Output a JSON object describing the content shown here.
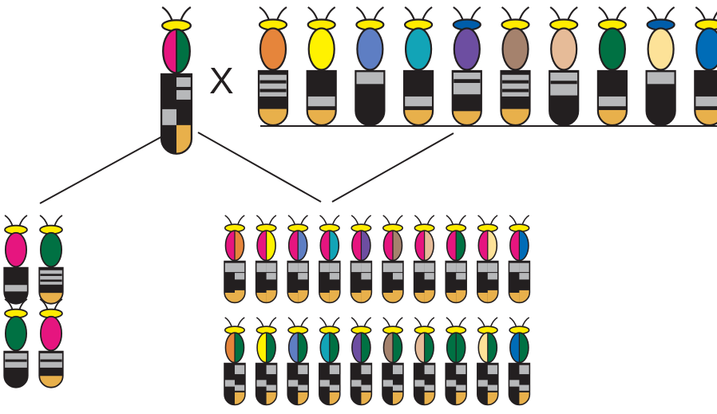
{
  "diagram": {
    "cross_symbol": "X",
    "colors": {
      "outline": "#231f20",
      "antenna": "#231f20",
      "head_yellow": "#ffeb00",
      "head_blue": "#005daa",
      "abdomen_black": "#231f20",
      "band_gray": "#b7b8ba",
      "tip_orange": "#e8b04b",
      "line": "#231f20"
    },
    "mosaic_parent": {
      "head_left": "#e6157f",
      "head_right": "#007143"
    },
    "pure_parents": [
      {
        "body": "#e6853b",
        "head": "yellow",
        "pattern": "A"
      },
      {
        "body": "#fff200",
        "head": "yellow",
        "pattern": "B"
      },
      {
        "body": "#5e7ec3",
        "head": "yellow",
        "pattern": "C"
      },
      {
        "body": "#12a4b7",
        "head": "yellow",
        "pattern": "B"
      },
      {
        "body": "#6d4ea1",
        "head": "blue",
        "pattern": "D"
      },
      {
        "body": "#a5826d",
        "head": "yellow",
        "pattern": "A"
      },
      {
        "body": "#e6bb98",
        "head": "yellow",
        "pattern": "E"
      },
      {
        "body": "#007143",
        "head": "yellow",
        "pattern": "B"
      },
      {
        "body": "#fde298",
        "head": "blue",
        "pattern": "C"
      },
      {
        "body": "#006cb7",
        "head": "yellow",
        "pattern": "B"
      }
    ],
    "left_offspring": [
      {
        "body": "#e6157f",
        "pattern": "F"
      },
      {
        "body": "#007143",
        "pattern": "A"
      },
      {
        "body": "#007143",
        "pattern": "G"
      },
      {
        "body": "#e6157f",
        "pattern": "H"
      }
    ],
    "right_offspring_row1": [
      {
        "left": "#e6157f",
        "right": "#e6853b"
      },
      {
        "left": "#e6157f",
        "right": "#fff200"
      },
      {
        "left": "#e6157f",
        "right": "#5e7ec3"
      },
      {
        "left": "#e6157f",
        "right": "#12a4b7"
      },
      {
        "left": "#e6157f",
        "right": "#6d4ea1"
      },
      {
        "left": "#e6157f",
        "right": "#a5826d"
      },
      {
        "left": "#e6157f",
        "right": "#e6bb98"
      },
      {
        "left": "#e6157f",
        "right": "#007143"
      },
      {
        "left": "#e6157f",
        "right": "#fde298"
      },
      {
        "left": "#e6157f",
        "right": "#006cb7"
      }
    ],
    "right_offspring_row2": [
      {
        "left": "#e6853b",
        "right": "#007143"
      },
      {
        "left": "#fff200",
        "right": "#007143"
      },
      {
        "left": "#5e7ec3",
        "right": "#007143"
      },
      {
        "left": "#12a4b7",
        "right": "#007143"
      },
      {
        "left": "#6d4ea1",
        "right": "#007143"
      },
      {
        "left": "#a5826d",
        "right": "#007143"
      },
      {
        "left": "#e6bb98",
        "right": "#007143"
      },
      {
        "left": "#007143",
        "right": "#007143"
      },
      {
        "left": "#fde298",
        "right": "#007143"
      },
      {
        "left": "#006cb7",
        "right": "#007143"
      }
    ]
  }
}
